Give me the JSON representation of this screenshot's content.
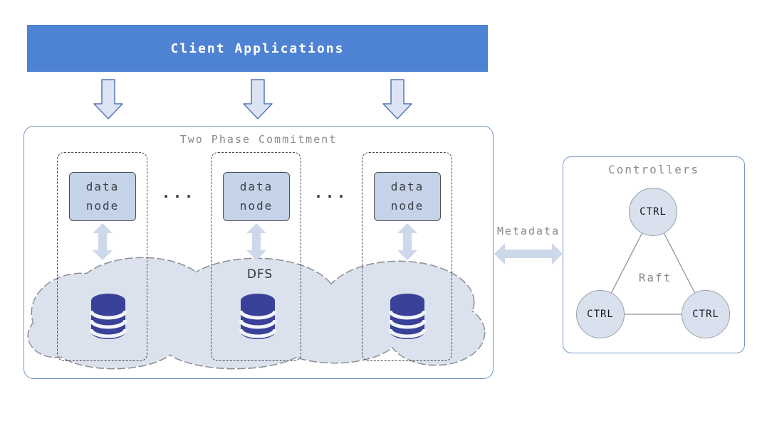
{
  "colors": {
    "banner_bg": "#4e82d2",
    "banner_text": "#ffffff",
    "box_border": "#7396c8",
    "dashed_border": "#46474a",
    "node_fill": "#c5d3e8",
    "node_border": "#4a4f58",
    "node_text": "#3c4148",
    "cloud_fill": "#dbe2ee",
    "cloud_border": "#8c9097",
    "db_blue": "#3a4199",
    "db_band": "#f2f5fa",
    "arrow_fill": "#cdd8ea",
    "down_arrow_fill": "#dce4f3",
    "down_arrow_border": "#5577b5",
    "label_gray": "#8a8a8a",
    "dark_text": "#2e3136",
    "ctrl_fill": "#d9e1ee",
    "ctrl_border": "#9aa0aa",
    "line_gray": "#8f939a"
  },
  "banner": {
    "title": "Client Applications"
  },
  "two_phase": {
    "title": "Two Phase Commitment",
    "data_nodes": [
      {
        "label": "data\nnode"
      },
      {
        "label": "data\nnode"
      },
      {
        "label": "data\nnode"
      }
    ],
    "ellipsis": "...",
    "dfs_label": "DFS"
  },
  "metadata": {
    "label": "Metadata"
  },
  "controllers": {
    "title": "Controllers",
    "nodes": [
      {
        "label": "CTRL"
      },
      {
        "label": "CTRL"
      },
      {
        "label": "CTRL"
      }
    ],
    "consensus_label": "Raft"
  }
}
